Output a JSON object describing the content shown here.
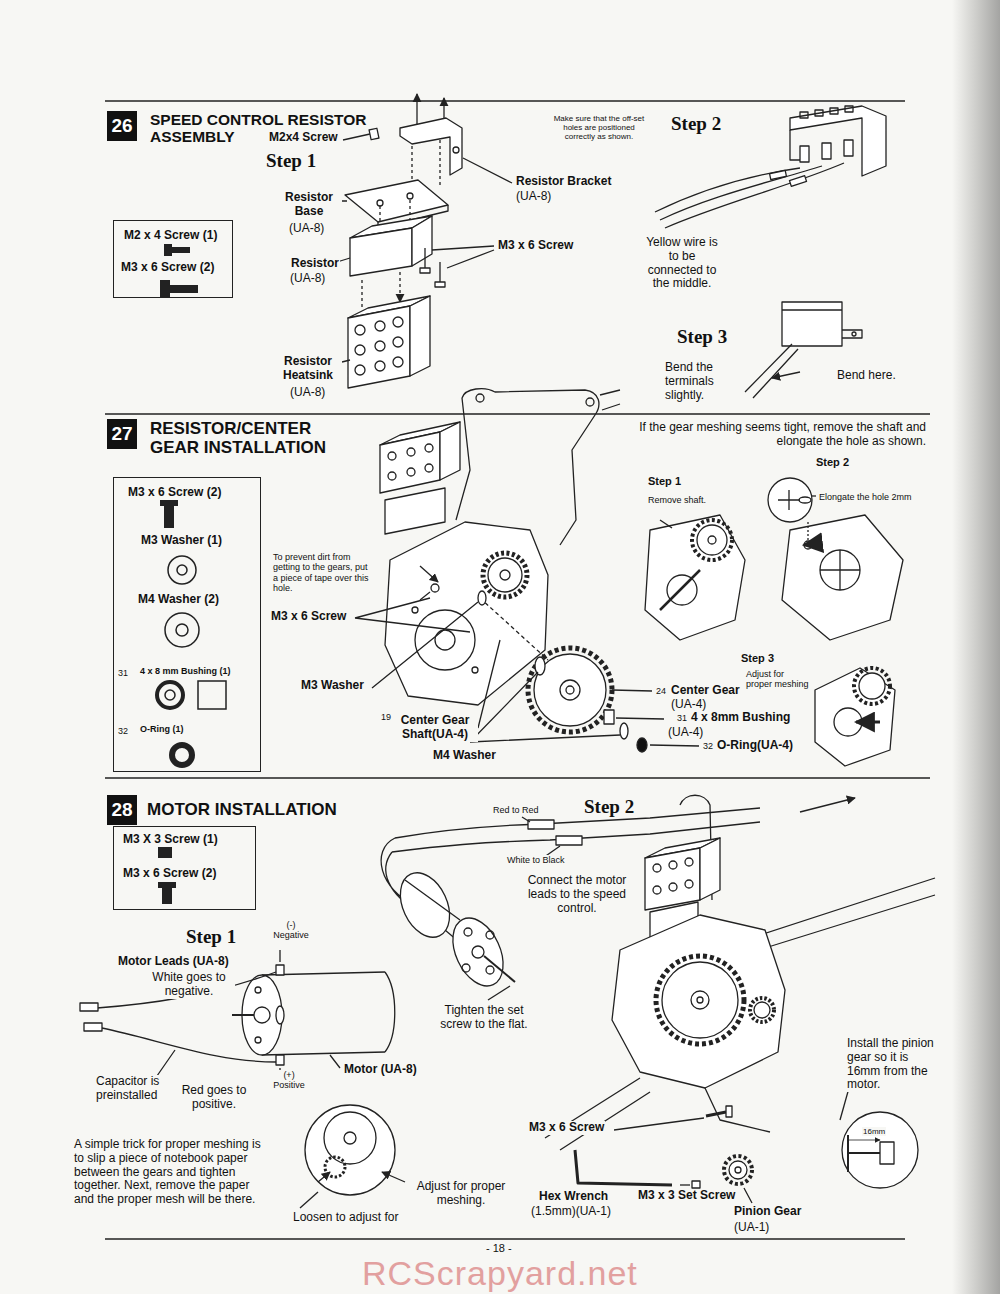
{
  "diagram": {
    "nodes": [
      {
        "text": [
          "26",
          "SPEED CONTROL RESISTOR ASSEMBLY"
        ]
      },
      {
        "text": [
          "M2 x 4 Screw (1)",
          "M3 x 6 Screw (2)"
        ]
      },
      {
        "text": [
          "27",
          "RESISTOR/CENTER GEAR INSTALLATION"
        ]
      },
      {
        "text": [
          "M3 x 6 Screw (2)",
          "M3 Washer (1)",
          "M4 Washer (2)",
          "31",
          "4 x 8 mm Bushing (1)",
          "32",
          "O-Ring (1)"
        ]
      },
      {
        "text": [
          "28",
          "MOTOR INSTALLATION"
        ]
      },
      {
        "text": [
          "M3 X 3 Screw (1)",
          "M3 x 6 Screw (2)"
        ]
      }
    ],
    "labels": [
      "M2x4 Screw",
      "Step 1",
      "Resistor Base",
      "(UA-8)",
      "Resistor",
      "(UA-8)",
      "Resistor Heatsink",
      "(UA-8)",
      "Resistor Bracket",
      "(UA-8)",
      "M3 x 6 Screw",
      "Make sure that the off-set holes are positioned correctly as shown.",
      "Step 2",
      "Yellow wire is to be connected to the middle.",
      "Step 3",
      "Bend the terminals slightly.",
      "Bend here.",
      "If the gear meshing seems tight, remove the shaft and elongate the hole as shown.",
      "Step 2",
      "Step 1",
      "Remove shaft.",
      "Elongate the hole 2mm",
      "To prevent dirt from getting to the gears, put a piece of tape over this hole.",
      "M3 x 6 Screw",
      "M3 Washer",
      "19",
      "Center Gear Shaft(UA-4)",
      "M4 Washer",
      "24",
      "Center Gear",
      "(UA-4)",
      "31",
      "4 x 8mm Bushing",
      "(UA-4)",
      "32",
      "O-Ring(UA-4)",
      "Step 3",
      "Adjust for proper meshing",
      "Red to Red",
      "Step 2",
      "White to Black",
      "Connect the motor leads to the speed control.",
      "Step 1",
      "(-) Negative",
      "Motor Leads (UA-8)",
      "White goes to negative.",
      "Tighten the set screw to the flat.",
      "Capacitor is preinstalled",
      "Red goes to positive.",
      "(+) Positive",
      "Motor (UA-8)",
      "Install the pinion gear so it is 16mm from the motor.",
      "16mm",
      "M3 x 6 Screw",
      "A simple trick for proper meshing is to slip a piece of notebook paper between the gears and tighten together. Next, remove the paper and the proper mesh will be there.",
      "Adjust for proper meshing.",
      "Loosen to adjust for",
      "Hex Wrench",
      "(1.5mm)(UA-1)",
      "M3 x 3 Set Screw",
      "Pinion Gear",
      "(UA-1)",
      "- 18 -",
      "RCScrapyard.net"
    ]
  }
}
